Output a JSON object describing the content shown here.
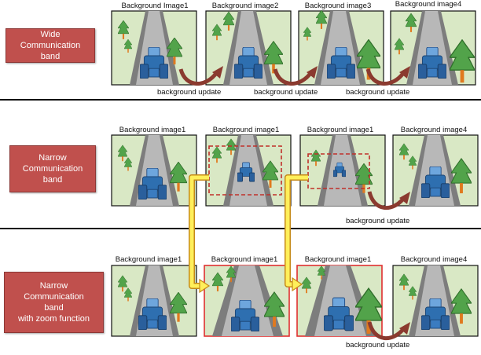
{
  "rows": [
    {
      "label": "Wide\nCommunication\nband",
      "tiles": [
        "Background Image1",
        "Background image2",
        "Background image3",
        "Background image4"
      ],
      "updates": [
        "background update",
        "background update",
        "background update"
      ]
    },
    {
      "label": "Narrow\nCommunication\nband",
      "tiles": [
        "Background image1",
        "Background image1",
        "Background image1",
        "Background image4"
      ],
      "updates": [
        "background update"
      ]
    },
    {
      "label": "Narrow\nCommunication\nband\nwith zoom function",
      "tiles": [
        "Background image1",
        "Background image1",
        "Background image1",
        "Background image4"
      ],
      "updates": [
        "background update"
      ]
    }
  ],
  "colors": {
    "label_box": "#c0504d",
    "arrow_brown": "#8b3a2f",
    "zoom_arrow_fill": "#ffef5a",
    "zoom_arrow_stroke": "#c58a1a",
    "highlight_red": "#e03030",
    "scene_bg": "#d9e8c5",
    "tree": "#52a34a",
    "robot": "#2e6fb0"
  },
  "icons": [
    "tree-icon",
    "robot-icon",
    "road"
  ]
}
